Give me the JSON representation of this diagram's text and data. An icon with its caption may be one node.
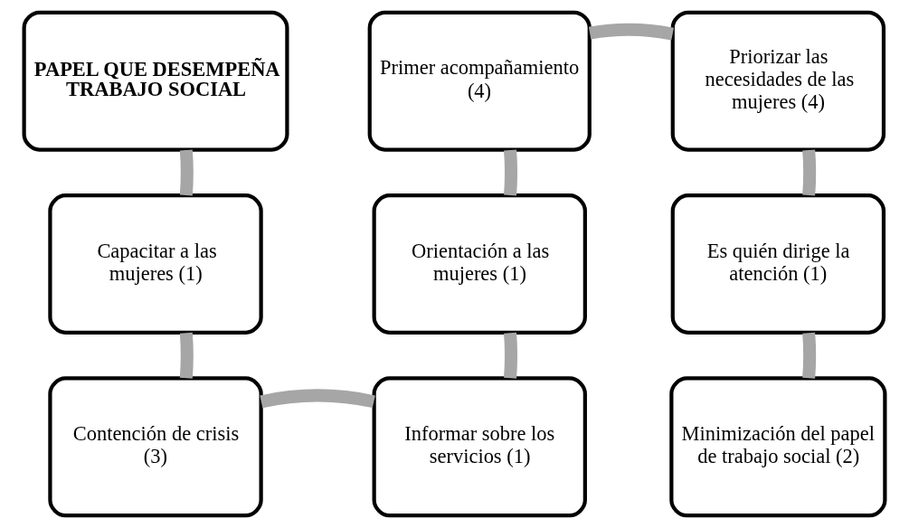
{
  "diagram": {
    "nodes": [
      {
        "text": [
          "PAPEL QUE DESEMPEÑA TRABAJO SOCIAL"
        ]
      },
      {
        "text": [
          "Capacitar a las mujeres (1)"
        ]
      },
      {
        "text": [
          "Contención de crisis (3)"
        ]
      },
      {
        "text": [
          "Informar sobre los servicios (1)"
        ]
      },
      {
        "text": [
          "Orientación a las mujeres (1)"
        ]
      },
      {
        "text": [
          "Primer acompañamiento (4)"
        ]
      },
      {
        "text": [
          "Priorizar las necesidades de las mujeres (4)"
        ]
      },
      {
        "text": [
          "Es quién dirige la atención (1)"
        ]
      },
      {
        "text": [
          "Minimización del papel de trabajo social (2)"
        ]
      }
    ],
    "edges": [
      {
        "from": 0,
        "to": 1,
        "arrow": "none"
      },
      {
        "from": 1,
        "to": 2,
        "arrow": "none"
      },
      {
        "from": 2,
        "to": 3,
        "arrow": "none"
      },
      {
        "from": 3,
        "to": 4,
        "arrow": "none"
      },
      {
        "from": 4,
        "to": 5,
        "arrow": "none"
      },
      {
        "from": 5,
        "to": 6,
        "arrow": "none"
      },
      {
        "from": 6,
        "to": 7,
        "arrow": "none"
      },
      {
        "from": 7,
        "to": 8,
        "arrow": "none"
      }
    ]
  }
}
